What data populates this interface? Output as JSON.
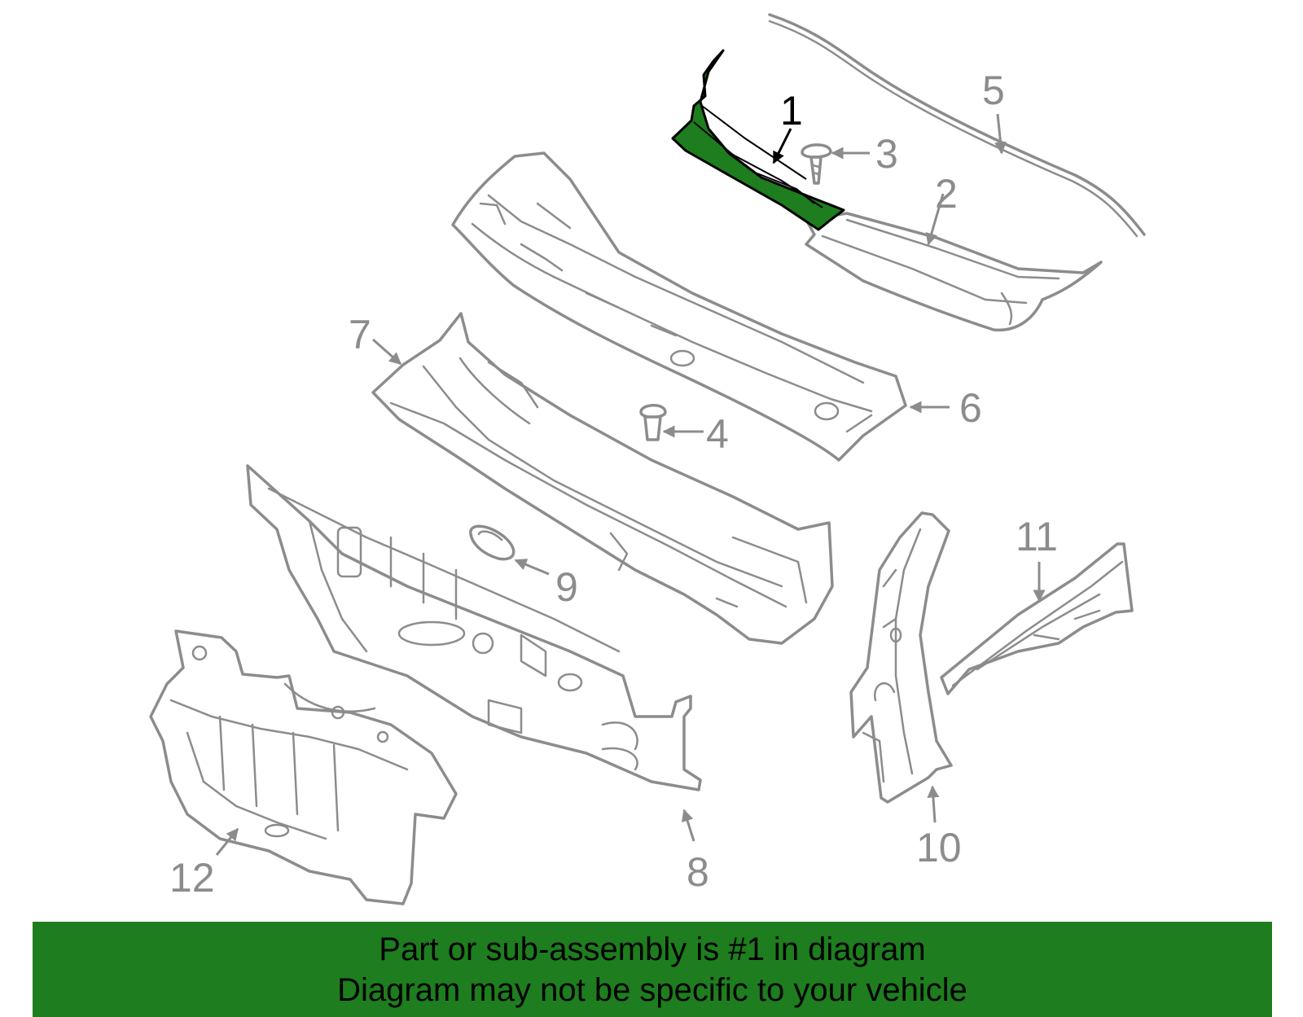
{
  "diagram": {
    "callouts": [
      "1",
      "2",
      "3",
      "4",
      "5",
      "6",
      "7",
      "8",
      "9",
      "10",
      "11",
      "12"
    ],
    "highlighted_part": "1",
    "colors": {
      "highlight": "#1e7d1e",
      "outline": "#8c8c8c",
      "banner": "#1e7d1e"
    }
  },
  "banner": {
    "line1": "Part or sub-assembly is #1 in diagram",
    "line2": "Diagram may not be specific to your vehicle"
  }
}
